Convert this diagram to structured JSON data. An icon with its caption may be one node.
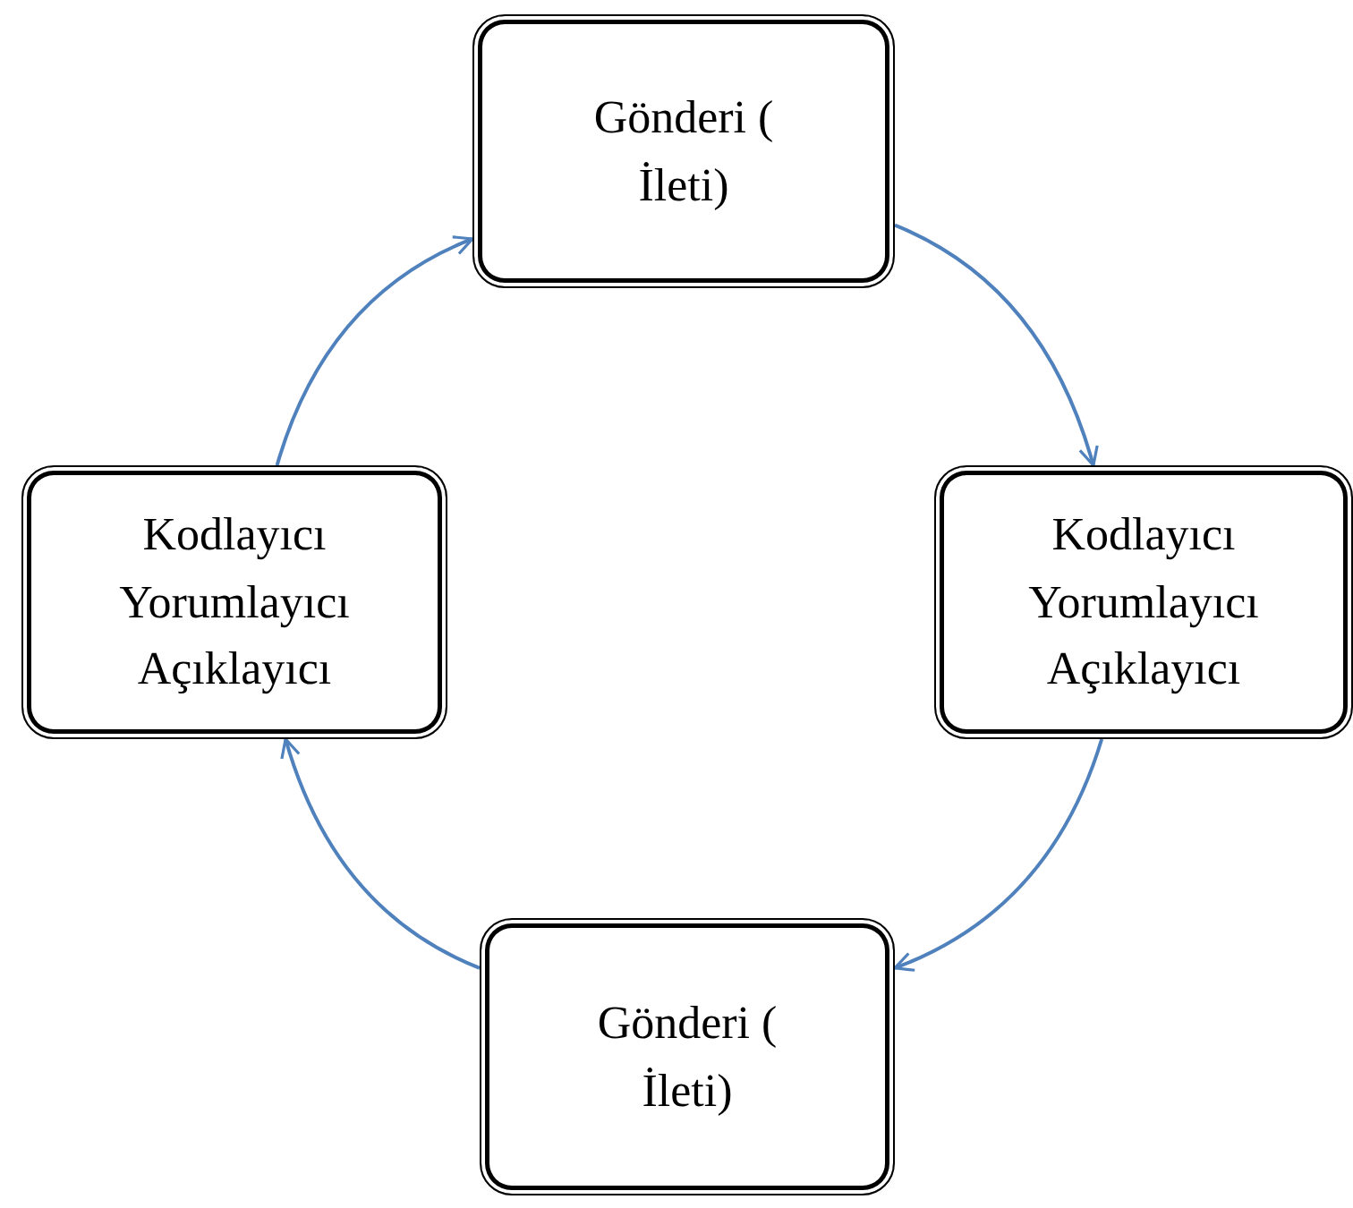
{
  "diagram": {
    "nodes": [
      {
        "text": [
          "Gönderi ( İleti)"
        ]
      },
      {
        "text": [
          "Kodlayıcı Yorumlayıcı Açıklayıcı"
        ]
      },
      {
        "text": [
          "Gönderi ( İleti)"
        ]
      },
      {
        "text": [
          "Kodlayıcı Yorumlayıcı Açıklayıcı"
        ]
      }
    ],
    "edges": [
      {
        "from": 0,
        "to": 1,
        "arrow": "to"
      },
      {
        "from": 1,
        "to": 2,
        "arrow": "to"
      },
      {
        "from": 2,
        "to": 3,
        "arrow": "to"
      },
      {
        "from": 3,
        "to": 0,
        "arrow": "to"
      }
    ]
  }
}
